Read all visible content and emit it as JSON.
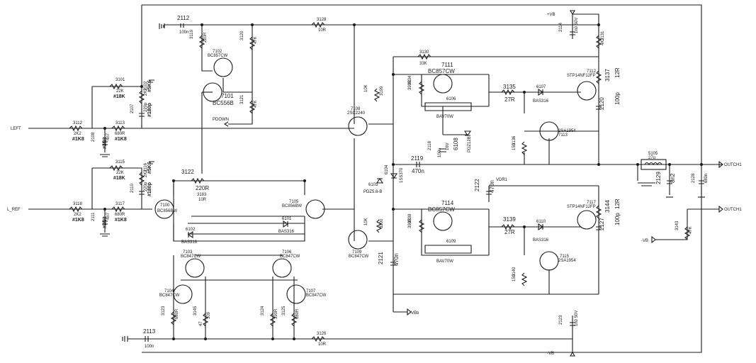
{
  "rails": {
    "vb_pos": "+VB",
    "vb_neg": "-VB",
    "vb_b": "-VBb",
    "vb_in": "-VB"
  },
  "ports": {
    "left": "LEFT",
    "lref": "L_REF",
    "pdown": "PDOWN",
    "out": "OUTCH1",
    "out2": "OUTCH1",
    "vdr": "VDR1"
  },
  "transistors": {
    "t7100": [
      "7100",
      "BC856BW"
    ],
    "t7101": [
      "7101",
      "BC556B"
    ],
    "t7102": [
      "7102",
      "BC857CW"
    ],
    "t7103": [
      "7103",
      "BC847CW"
    ],
    "t7104": [
      "7104",
      "BC847CW"
    ],
    "t7105": [
      "7105",
      "BC856BW"
    ],
    "t7106": [
      "7106",
      "BC847CW"
    ],
    "t7107": [
      "7107",
      "BC847CW"
    ],
    "t7108": [
      "7108",
      "2SC2240"
    ],
    "t7109": [
      "7109",
      "BC847CW"
    ],
    "t7111": [
      "7111",
      "BC857CW"
    ],
    "t7112": [
      "7112",
      "STP14NF12FP"
    ],
    "t7113": [
      "7113",
      "2SA1954"
    ],
    "t7114": [
      "7114",
      "BC857CW"
    ],
    "t7115": [
      "7115",
      "2SA1954"
    ],
    "t7117": [
      "7117",
      "STP14NF12FP"
    ]
  },
  "resistors": {
    "r3101": [
      "3101",
      "22K",
      "#18K"
    ],
    "r3102": [
      "3102",
      "2K2",
      "#5K6"
    ],
    "r3112": [
      "3112",
      "2K2",
      "#1K8"
    ],
    "r3113": [
      "3113",
      "680R",
      "#1K8"
    ],
    "r3115": [
      "3115",
      "22K",
      "#18K"
    ],
    "r3116": [
      "3116",
      "2K2",
      "#5K6"
    ],
    "r3118": [
      "3118",
      "2K2",
      "#1K8"
    ],
    "r3117": [
      "3117",
      "680R",
      "#1K8"
    ],
    "r3119": [
      "3119",
      "220R"
    ],
    "r3120": [
      "3120",
      "47K"
    ],
    "r3121": [
      "3121",
      "47K"
    ],
    "r3128": [
      "3128",
      "10R"
    ],
    "r3126": [
      "3126",
      "10R"
    ],
    "r3122": [
      "3122",
      "220R"
    ],
    "r3183": [
      "3183",
      "10R"
    ],
    "r3123": [
      "3123",
      "680R"
    ],
    "r3145": [
      "3145",
      "47",
      "309"
    ],
    "r3124": [
      "3124",
      "390R"
    ],
    "r3125": [
      "3125",
      "680R"
    ],
    "r3130": [
      "3130",
      "33K"
    ],
    "r3199": [
      "10K",
      "3199"
    ],
    "r3134": [
      "3134",
      "390R"
    ],
    "r3135": [
      "3135",
      "27R"
    ],
    "r3136": [
      "3136",
      "150"
    ],
    "r3137": [
      "3137",
      "12R"
    ],
    "r3132": [
      "10K",
      "3200"
    ],
    "r3138": [
      "3138",
      "390R"
    ],
    "r3139": [
      "3139",
      "27R"
    ],
    "r3140": [
      "3140",
      "150"
    ],
    "r3144": [
      "3144",
      "12R"
    ],
    "r3143": [
      "3143",
      "47K"
    ],
    "r3131": [
      "3131",
      "4K7"
    ]
  },
  "capacitors": {
    "c2112": [
      "2112",
      "100n"
    ],
    "c2113": [
      "2113",
      "100n"
    ],
    "c2107": [
      "2107",
      "220p",
      "#180p"
    ],
    "c2108": [
      "2108",
      "4n7",
      "#3N3"
    ],
    "c2110": [
      "2110",
      "220p",
      "#180p"
    ],
    "c2111": [
      "2111",
      "4n7",
      "#3N3"
    ],
    "c2114": [
      "2114",
      "1n0 50V"
    ],
    "c2123": [
      "2123",
      "1n0 50V"
    ],
    "c2118": [
      "2118",
      "100u",
      "16V"
    ],
    "c2119": [
      "2119",
      "470n"
    ],
    "c2121": [
      "2121",
      "470n"
    ],
    "c2122": [
      "2122",
      "470n"
    ],
    "c2120": [
      "2120",
      "100p"
    ],
    "c2127": [
      "2127",
      "100p"
    ],
    "c2129": [
      "2129",
      "8n2"
    ],
    "c2128": [
      "2128",
      "680n"
    ]
  },
  "diodes": {
    "d6101": [
      "6101",
      "BAS316"
    ],
    "d6102": [
      "6102",
      "BAS316"
    ],
    "d6103": [
      "6103",
      "PDZ5.6-B"
    ],
    "d6104": [
      "6104",
      "1SS370"
    ],
    "d6106": [
      "6106",
      "BAV70W"
    ],
    "d6109": [
      "6109",
      "BAV70W"
    ],
    "d6107": [
      "6107",
      "BAS316"
    ],
    "d6110": [
      "6110",
      "BAS316"
    ],
    "d6108": [
      "6108",
      "PDZ12B"
    ]
  },
  "inductor": {
    "ref": "5105",
    "val": "27u"
  }
}
